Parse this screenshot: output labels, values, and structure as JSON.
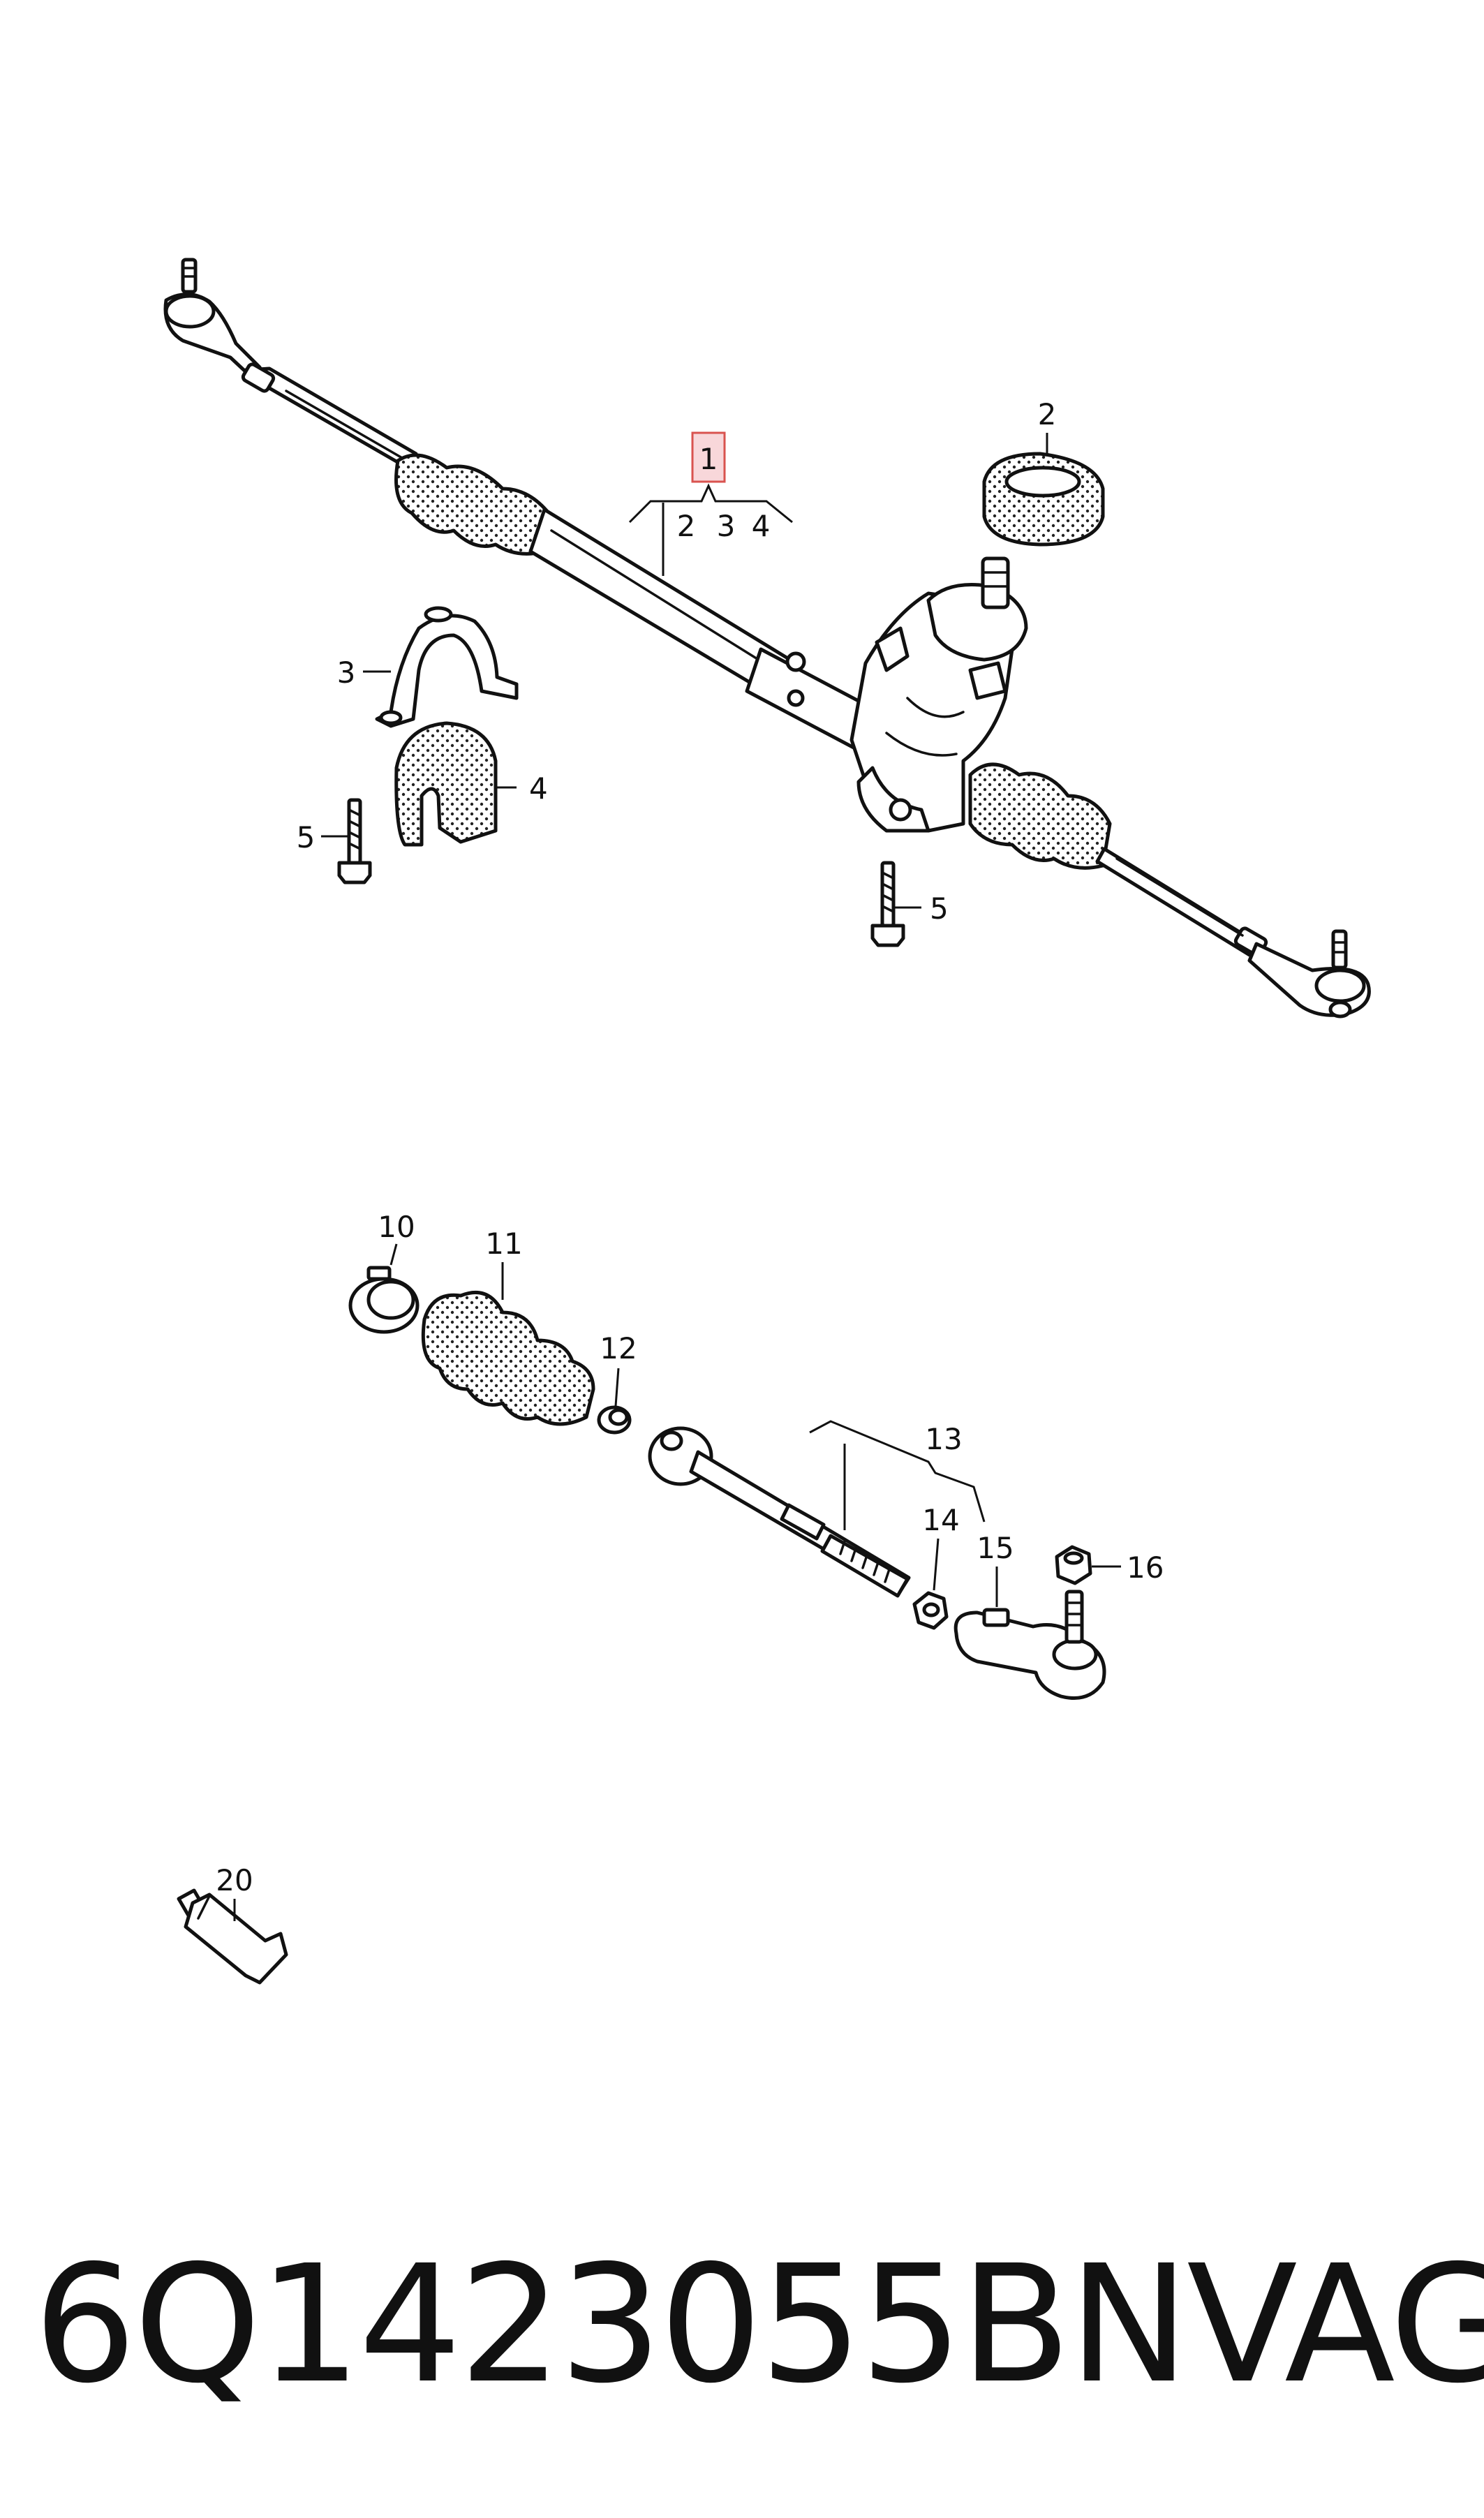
{
  "labels": {
    "l1": "1",
    "l1_sub2": "2",
    "l1_sub3": "3",
    "l1_sub4": "4",
    "l2": "2",
    "l3": "3",
    "l4": "4",
    "l5a": "5",
    "l5b": "5",
    "l10": "10",
    "l11": "11",
    "l12": "12",
    "l13": "13",
    "l14": "14",
    "l15": "15",
    "l16": "16",
    "l20": "20"
  },
  "footer": {
    "part_number": "6Q1423055BN",
    "brand": "VAG"
  },
  "colors": {
    "highlight_border": "#d9534f",
    "highlight_fill": "#f8d7da",
    "ink": "#111111"
  }
}
